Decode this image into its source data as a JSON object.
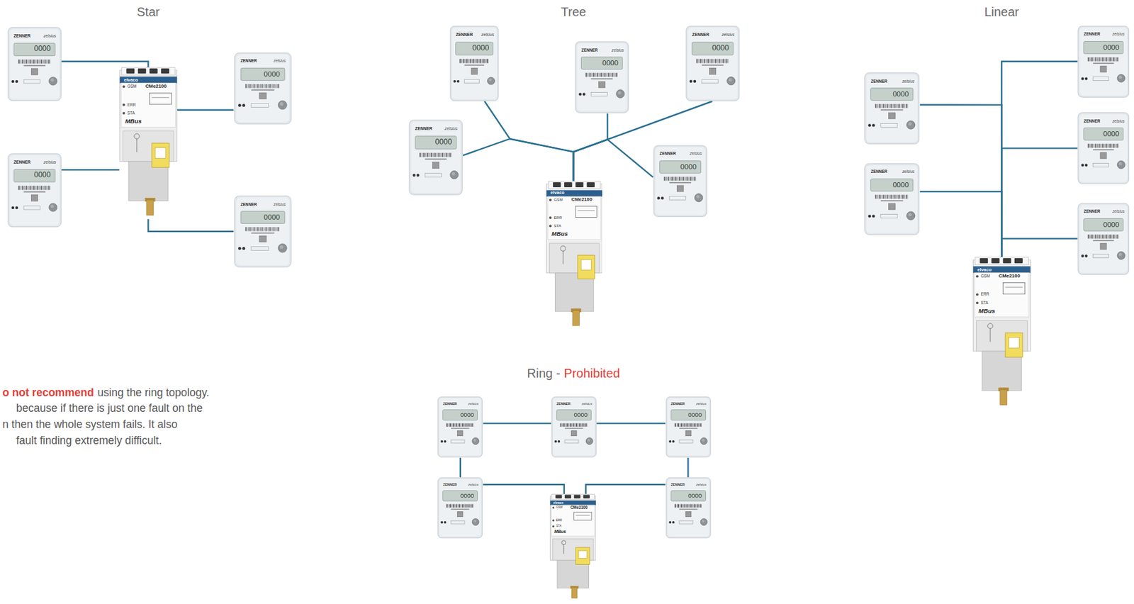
{
  "diagram": {
    "nodes": [
      {
        "text": [
          "ZENNER",
          "zelsius",
          "0000"
        ]
      },
      {
        "text": [
          "ZENNER",
          "zelsius",
          "0000"
        ]
      },
      {
        "text": [
          "elvaco",
          "GSM",
          "CMe2100",
          "ERR",
          "STA",
          "MBus"
        ]
      },
      {
        "text": [
          "ZENNER",
          "zelsius",
          "0000"
        ]
      },
      {
        "text": [
          "ZENNER",
          "zelsius",
          "0000"
        ]
      },
      {
        "text": [
          "ZENNER",
          "zelsius",
          "0000"
        ]
      },
      {
        "text": [
          "ZENNER",
          "zelsius",
          "0000"
        ]
      },
      {
        "text": [
          "ZENNER",
          "zelsius",
          "0000"
        ]
      },
      {
        "text": [
          "ZENNER",
          "zelsius",
          "0000"
        ]
      },
      {
        "text": [
          "ZENNER",
          "zelsius",
          "0000"
        ]
      },
      {
        "text": [
          "elvaco",
          "GSM",
          "CMe2100",
          "ERR",
          "STA",
          "MBus"
        ]
      },
      {
        "text": [
          "ZENNER",
          "zelsius",
          "0000"
        ]
      },
      {
        "text": [
          "ZENNER",
          "zelsius",
          "0000"
        ]
      },
      {
        "text": [
          "ZENNER",
          "zelsius",
          "0000"
        ]
      },
      {
        "text": [
          "ZENNER",
          "zelsius",
          "0000"
        ]
      },
      {
        "text": [
          "ZENNER",
          "zelsius",
          "0000"
        ]
      },
      {
        "text": [
          "elvaco",
          "GSM",
          "CMe2100",
          "ERR",
          "STA",
          "MBus"
        ]
      },
      {
        "text": [
          "ZENNER",
          "zelsius",
          "0000"
        ]
      },
      {
        "text": [
          "ZENNER",
          "zelsius",
          "0000"
        ]
      },
      {
        "text": [
          "ZENNER",
          "zelsius",
          "0000"
        ]
      },
      {
        "text": [
          "ZENNER",
          "zelsius",
          "0000"
        ]
      },
      {
        "text": [
          "elvaco",
          "GSM",
          "CMe2100",
          "ERR",
          "STA",
          "MBus"
        ]
      },
      {
        "text": [
          "ZENNER",
          "zelsius",
          "0000"
        ]
      }
    ],
    "edges": [
      {
        "from": 2,
        "to": 0,
        "arrow": "none"
      },
      {
        "from": 2,
        "to": 1,
        "arrow": "none"
      },
      {
        "from": 2,
        "to": 3,
        "arrow": "none"
      },
      {
        "from": 2,
        "to": 4,
        "arrow": "none"
      },
      {
        "from": 10,
        "to": 5,
        "arrow": "none"
      },
      {
        "from": 10,
        "to": 6,
        "arrow": "none"
      },
      {
        "from": 10,
        "to": 7,
        "arrow": "none"
      },
      {
        "from": 10,
        "to": 8,
        "arrow": "none"
      },
      {
        "from": 10,
        "to": 9,
        "arrow": "none"
      },
      {
        "from": 16,
        "to": 11,
        "arrow": "none"
      },
      {
        "from": 16,
        "to": 12,
        "arrow": "none"
      },
      {
        "from": 16,
        "to": 13,
        "arrow": "none"
      },
      {
        "from": 16,
        "to": 14,
        "arrow": "none"
      },
      {
        "from": 16,
        "to": 15,
        "arrow": "none"
      },
      {
        "from": 17,
        "to": 18,
        "arrow": "none"
      },
      {
        "from": 18,
        "to": 19,
        "arrow": "none"
      },
      {
        "from": 17,
        "to": 20,
        "arrow": "none"
      },
      {
        "from": 19,
        "to": 22,
        "arrow": "none"
      },
      {
        "from": 21,
        "to": 20,
        "arrow": "none"
      },
      {
        "from": 21,
        "to": 22,
        "arrow": "none"
      }
    ],
    "labels": [
      "Star",
      "Tree",
      "Linear",
      "o not recommend",
      "using the ring topology.",
      "because if there is just one fault on the",
      "n then the whole system fails. It also",
      "fault finding extremely difficult.",
      "Ring -",
      "Prohibited"
    ]
  }
}
